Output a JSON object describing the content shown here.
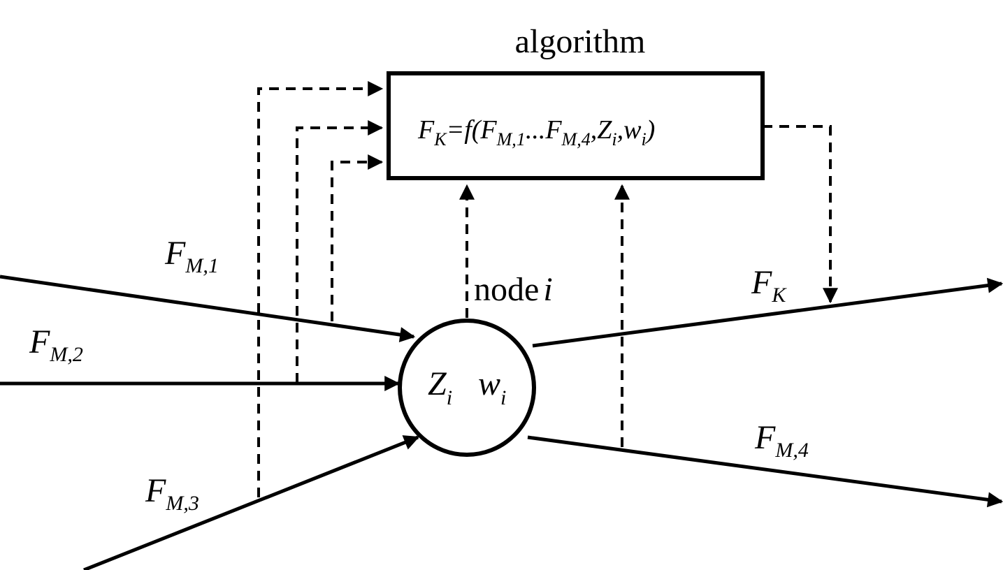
{
  "algorithm": {
    "title": "algorithm",
    "formula": {
      "F": "F",
      "K": "K",
      "eq": "=f(F",
      "m1": "M,1",
      "dots": "...F",
      "m4": "M,4",
      "comma1": ",Z",
      "i1": "i",
      "comma2": ",w",
      "i2": "i",
      "close": ")"
    }
  },
  "node": {
    "label_word": "node",
    "label_var": "i",
    "Z": "Z",
    "Z_sub": "i",
    "w": "w",
    "w_sub": "i"
  },
  "flows": {
    "FM1": {
      "main": "F",
      "sub": "M,1"
    },
    "FM2": {
      "main": "F",
      "sub": "M,2"
    },
    "FM3": {
      "main": "F",
      "sub": "M,3"
    },
    "FM4": {
      "main": "F",
      "sub": "M,4"
    },
    "FK": {
      "main": "F",
      "sub": "K"
    }
  },
  "colors": {
    "stroke": "#000000",
    "background": "#ffffff"
  }
}
